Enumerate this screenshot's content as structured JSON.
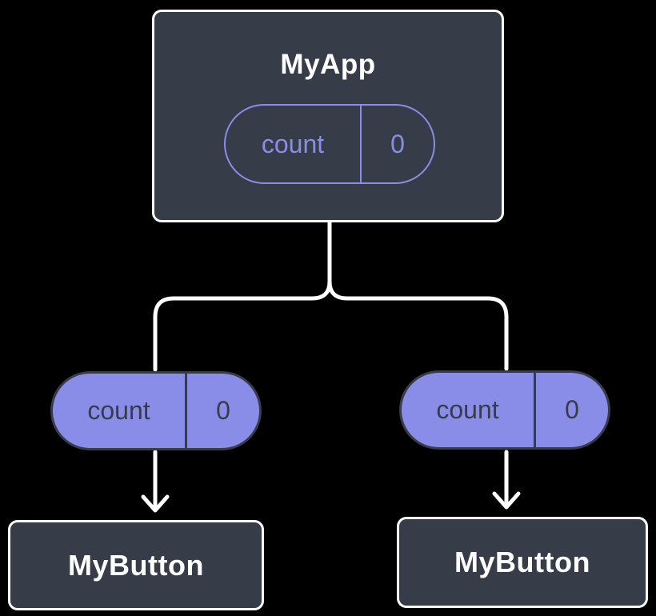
{
  "colors": {
    "background": "#000000",
    "node_fill": "#363c48",
    "node_border": "#ffffff",
    "accent": "#8a8de8",
    "connector": "#ffffff",
    "text_light": "#ffffff",
    "text_dark": "#363c48"
  },
  "diagram": {
    "type": "component-tree",
    "root": {
      "label": "MyApp",
      "pill": {
        "key": "count",
        "value": "0"
      }
    },
    "branches": [
      {
        "pill": {
          "key": "count",
          "value": "0"
        },
        "child": {
          "label": "MyButton"
        }
      },
      {
        "pill": {
          "key": "count",
          "value": "0"
        },
        "child": {
          "label": "MyButton"
        }
      }
    ]
  }
}
